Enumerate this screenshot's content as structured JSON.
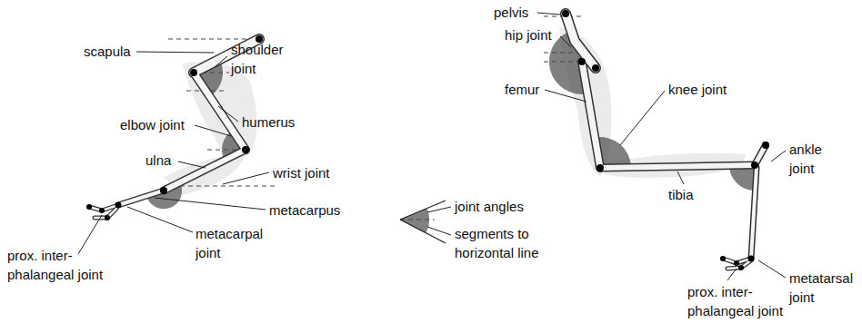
{
  "diagram": {
    "labels": [
      "scapula",
      "shoulder joint",
      "humerus",
      "elbow joint",
      "ulna",
      "wrist joint",
      "metacarpus",
      "metacarpal joint",
      "prox. inter- phalangeal joint",
      "pelvis",
      "hip joint",
      "femur",
      "knee joint",
      "ankle joint",
      "tibia",
      "metatarsal joint",
      "prox. inter- phalangeal joint"
    ],
    "legend": [
      {
        "text": "joint angles"
      },
      {
        "text": "segments to horizontal line"
      }
    ]
  }
}
